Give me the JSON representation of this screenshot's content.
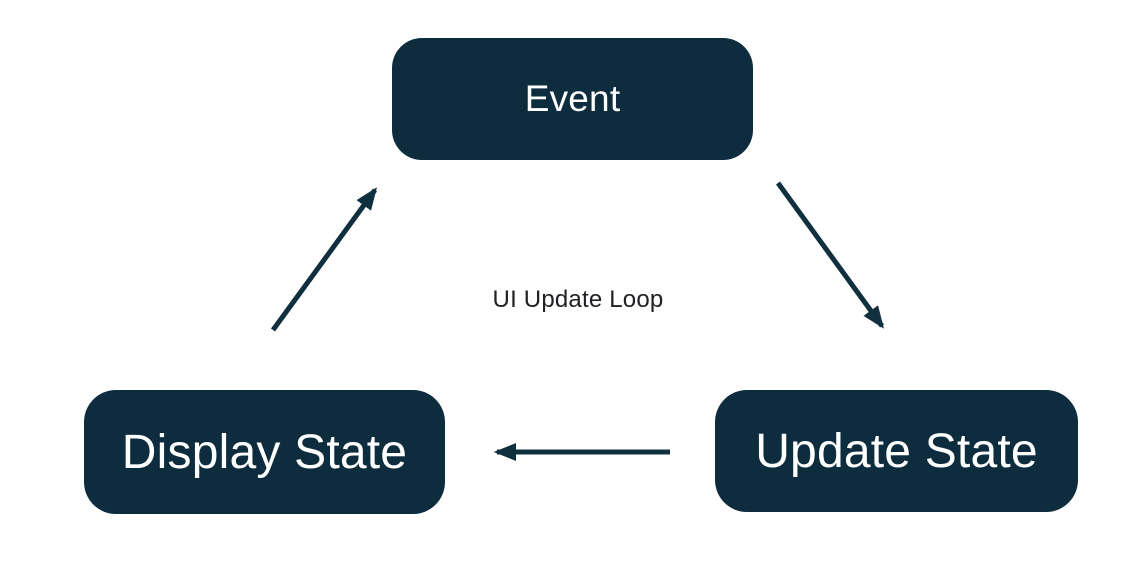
{
  "diagram": {
    "center_label": "UI Update Loop",
    "nodes": [
      {
        "id": "event",
        "label": "Event"
      },
      {
        "id": "display-state",
        "label": "Display State"
      },
      {
        "id": "update-state",
        "label": "Update State"
      }
    ],
    "edges": [
      {
        "from": "event",
        "to": "update-state"
      },
      {
        "from": "update-state",
        "to": "display-state"
      },
      {
        "from": "display-state",
        "to": "event"
      }
    ],
    "colors": {
      "background": "#ffffff",
      "node_fill": "#0d2c3d",
      "node_text": "#ffffff",
      "arrow": "#11303f",
      "label_text": "#202124"
    }
  }
}
